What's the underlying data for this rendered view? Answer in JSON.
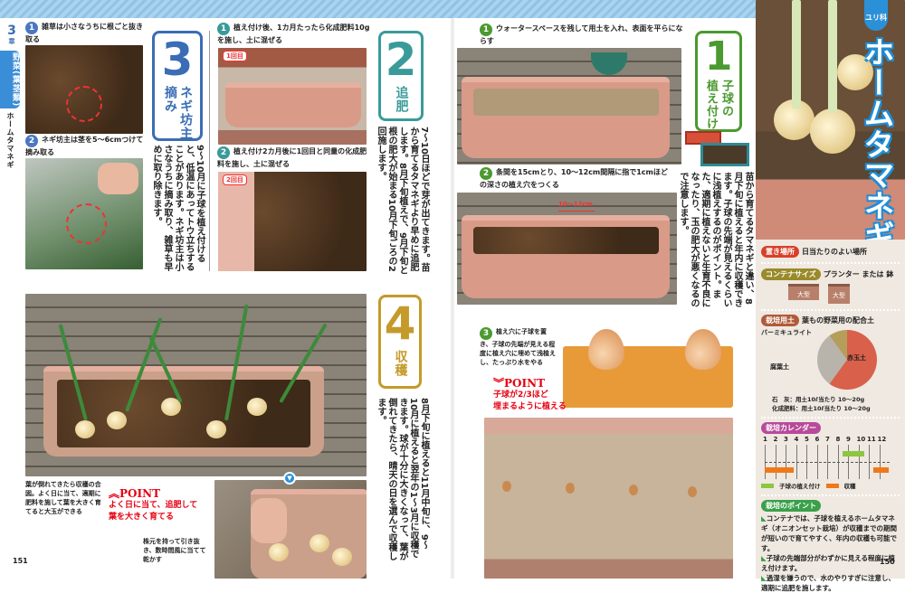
{
  "header": {
    "chapter_num": "3",
    "chapter_suffix": "章",
    "category": "野菜(葉茎類)",
    "running_title": "ホームタマネギ"
  },
  "left_page": {
    "page_number": "151",
    "step3": {
      "number": "3",
      "title": "ネギ坊主摘み",
      "body": "9～10月に子球を植え付けると、低温にあってトウ立ちすることがあります。ネギ坊主は小さなうちに摘み取り、雑草も早めに取り除きます。",
      "photo_captions": [
        {
          "n": "1",
          "text": "雑草は小さなうちに根ごと抜き取る"
        },
        {
          "n": "2",
          "text": "ネギ坊主は茎を5～6cmつけて摘み取る"
        }
      ]
    },
    "step2": {
      "number": "2",
      "title": "追肥",
      "body": "7～10日ほどで芽が出てきます。苗から育てるタマネギより早めに追肥します。8月下旬植えで、9月下旬と根の肥大が始まる10月下旬ごろの2回施します。",
      "photo_captions": [
        {
          "n": "1",
          "text": "植え付け後、1カ月たったら化成肥料10gを施し、土に混ぜる",
          "tag": "1回目"
        },
        {
          "n": "2",
          "text": "植え付け2カ月後に1回目と同量の化成肥料を施し、土に混ぜる",
          "tag": "2回目"
        }
      ]
    },
    "step4": {
      "number": "4",
      "title": "収穫",
      "body": "8月下旬に植えると11月中旬に、9～10月に植えると翌年の1～3月に収穫できます。球が十分に大きくなって、葉が倒れてきたら、晴天の日を選んで収穫します。"
    },
    "harvest_caption": "葉が倒れてきたら収穫の合図。よく日に当て、適期に肥料を施して葉を大きく育てると大玉ができる",
    "point": {
      "label": "POINT",
      "lines": [
        "よく日に当て、追肥して",
        "葉を大きく育てる"
      ]
    },
    "pull_caption": "株元を持って引き抜き、数時間風に当てて乾かす"
  },
  "right_page": {
    "page_number": "150",
    "step1": {
      "number": "1",
      "title_line1": "子球の",
      "title_line2": "植え付け",
      "body": "苗から育てるタマネギと違い、8月下旬に植えると年内に収穫できます。子球の先端が見えるくらいに浅植えするのがポイント。また、適期に植えないと生育不良になったり、玉の肥大が悪くなるので注意します。",
      "steps": [
        {
          "n": "1",
          "text": "ウォータースペースを残して用土を入れ、表面を平らにならす"
        },
        {
          "n": "2",
          "text": "条間を15cmとり、10～12cm間隔に指で1cmほどの深さの植え穴をつくる",
          "measure": "10～12cm"
        },
        {
          "n": "3",
          "text": "植え穴に子球を置き、子球の先端が見える程度に植え穴に埋めて浅植えし、たっぷり水をやる"
        }
      ]
    },
    "point": {
      "label": "POINT",
      "lines": [
        "子球が2/3ほど",
        "埋まるように植える"
      ]
    },
    "family_badge": "ユリ科",
    "title": "ホームタマネギ",
    "info": {
      "location": {
        "label": "置き場所",
        "value": "日当たりのよい場所"
      },
      "container": {
        "label": "コンテナサイズ",
        "value": "プランター または 鉢",
        "sizes": [
          "大型",
          "大型"
        ]
      },
      "soil": {
        "label": "栽培用土",
        "value": "葉もの野菜用の配合土",
        "pie": [
          {
            "name": "赤玉土",
            "share": 60,
            "color": "#d9604a"
          },
          {
            "name": "腐葉土",
            "share": 30,
            "color": "#b8b4ac"
          },
          {
            "name": "バーミキュライト",
            "share": 10,
            "color": "#b59e5c"
          }
        ],
        "additives": [
          {
            "name": "石　灰",
            "amount": "：用土10ℓ当たり 10～20g"
          },
          {
            "name": "化成肥料",
            "amount": "：用土10ℓ当たり 10～20g"
          }
        ]
      },
      "calendar": {
        "label": "栽培カレンダー",
        "months": [
          "1",
          "2",
          "3",
          "4",
          "5",
          "6",
          "7",
          "8",
          "9",
          "10",
          "11",
          "12"
        ],
        "legend": [
          {
            "name": "子球の植え付け",
            "color": "#8dc63f"
          },
          {
            "name": "収穫",
            "color": "#f07818"
          }
        ],
        "planting": [
          8.5,
          10.6
        ],
        "harvest": [
          [
            1,
            3.8
          ],
          [
            11.4,
            12.9
          ]
        ]
      },
      "points": {
        "label": "栽培のポイント",
        "items": [
          "コンテナでは、子球を植えるホームタマネギ（オニオンセット栽培）が収穫までの期間が短いので育てやすく、年内の収穫も可能です。",
          "子球の先端部分がわずかに見える程度に植え付けます。",
          "過湿を嫌うので、水のやりすぎに注意し、適期に追肥を施します。"
        ]
      }
    }
  },
  "colors": {
    "blue": "#3a6db5",
    "teal": "#3a9a9a",
    "gold": "#c49a2a",
    "green": "#4a9a30",
    "red": "#e60012",
    "title_blue": "#1e8ed8"
  }
}
